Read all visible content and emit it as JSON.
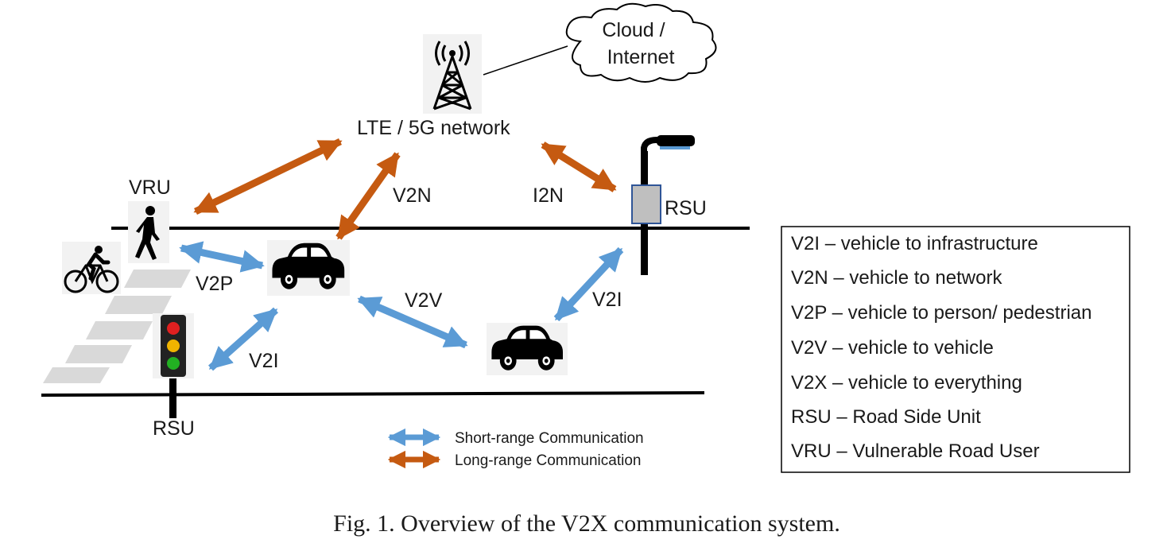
{
  "diagram": {
    "cloud_label_line1": "Cloud /",
    "cloud_label_line2": "Internet",
    "network_label": "LTE / 5G network",
    "vru_label": "VRU",
    "rsu_label_right": "RSU",
    "rsu_label_left": "RSU",
    "link_labels": {
      "v2n": "V2N",
      "i2n": "I2N",
      "v2p": "V2P",
      "v2v": "V2V",
      "v2i_right": "V2I",
      "v2i_left": "V2I"
    },
    "arrow_colors": {
      "short_range": "#5b9bd5",
      "long_range": "#c55a11"
    },
    "traffic_light_colors": [
      "#e02020",
      "#f0b400",
      "#22b022"
    ]
  },
  "arrow_legend": [
    {
      "label": "Short-range Communication",
      "color": "#5b9bd5"
    },
    {
      "label": "Long-range Communication",
      "color": "#c55a11"
    }
  ],
  "abbreviations": [
    "V2I – vehicle to infrastructure",
    "V2N – vehicle to network",
    "V2P – vehicle to person/ pedestrian",
    "V2V – vehicle to vehicle",
    "V2X – vehicle to everything",
    "RSU – Road Side Unit",
    "VRU – Vulnerable Road User"
  ],
  "caption": "Fig. 1.  Overview of the V2X communication system."
}
